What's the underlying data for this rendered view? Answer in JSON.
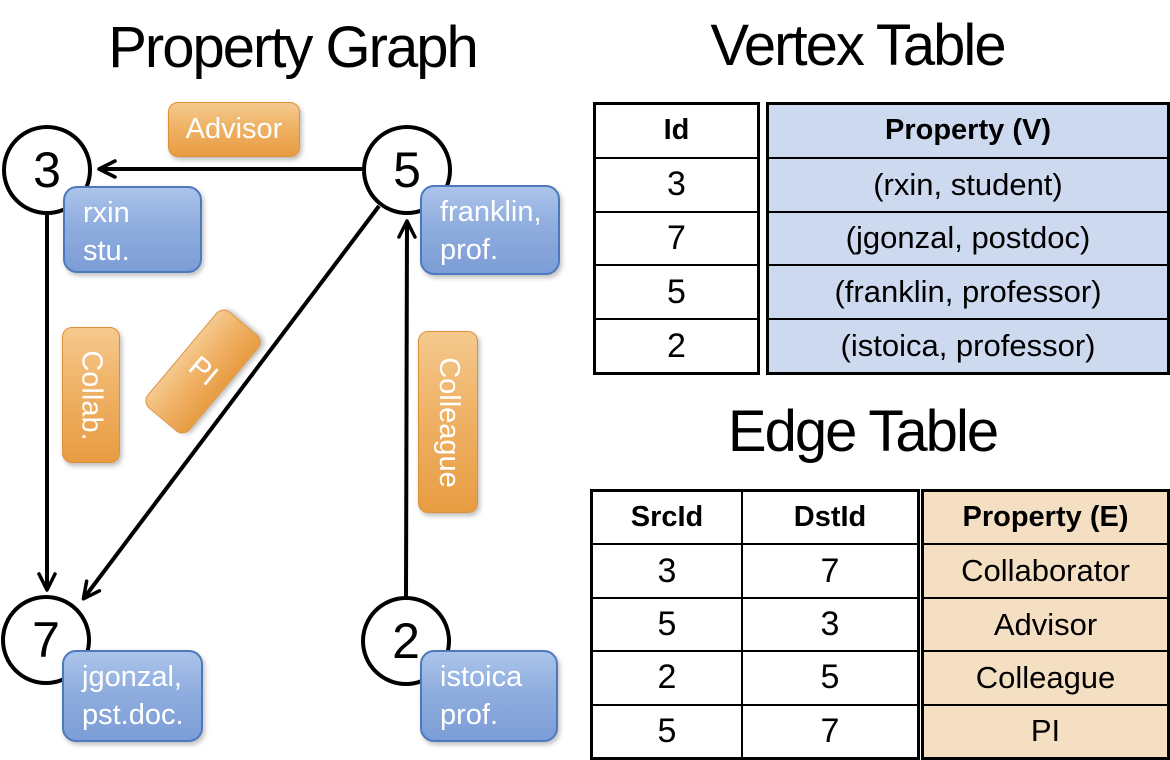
{
  "titles": {
    "graph": "Property Graph",
    "vertex_table": "Vertex Table",
    "edge_table": "Edge Table"
  },
  "graph_panel": {
    "nodes": [
      {
        "id": "3",
        "property_line1": "rxin",
        "property_line2": "stu."
      },
      {
        "id": "5",
        "property_line1": "franklin,",
        "property_line2": "prof."
      },
      {
        "id": "7",
        "property_line1": "jgonzal,",
        "property_line2": "pst.doc."
      },
      {
        "id": "2",
        "property_line1": "istoica",
        "property_line2": "prof."
      }
    ],
    "edge_labels": [
      {
        "label": "Advisor"
      },
      {
        "label": "Collab."
      },
      {
        "label": "PI"
      },
      {
        "label": "Colleague"
      }
    ]
  },
  "vertex_table": {
    "columns": {
      "id": "Id",
      "property": "Property (V)"
    },
    "rows": [
      {
        "id": "3",
        "property": "(rxin, student)"
      },
      {
        "id": "7",
        "property": "(jgonzal, postdoc)"
      },
      {
        "id": "5",
        "property": "(franklin, professor)"
      },
      {
        "id": "2",
        "property": "(istoica, professor)"
      }
    ]
  },
  "edge_table": {
    "columns": {
      "src": "SrcId",
      "dst": "DstId",
      "property": "Property (E)"
    },
    "rows": [
      {
        "src": "3",
        "dst": "7",
        "property": "Collaborator"
      },
      {
        "src": "5",
        "dst": "3",
        "property": "Advisor"
      },
      {
        "src": "2",
        "dst": "5",
        "property": "Colleague"
      },
      {
        "src": "5",
        "dst": "7",
        "property": "PI"
      }
    ]
  },
  "colors": {
    "edge_label_orange_top": "#f5c98e",
    "edge_label_orange_bottom": "#e89c42",
    "vertex_box_blue_top": "#abc4ea",
    "vertex_box_blue_bottom": "#7c9dd6",
    "vertex_table_fill": "#cdd9ef",
    "edge_table_fill": "#f5dfc3",
    "line_color": "#000000"
  }
}
